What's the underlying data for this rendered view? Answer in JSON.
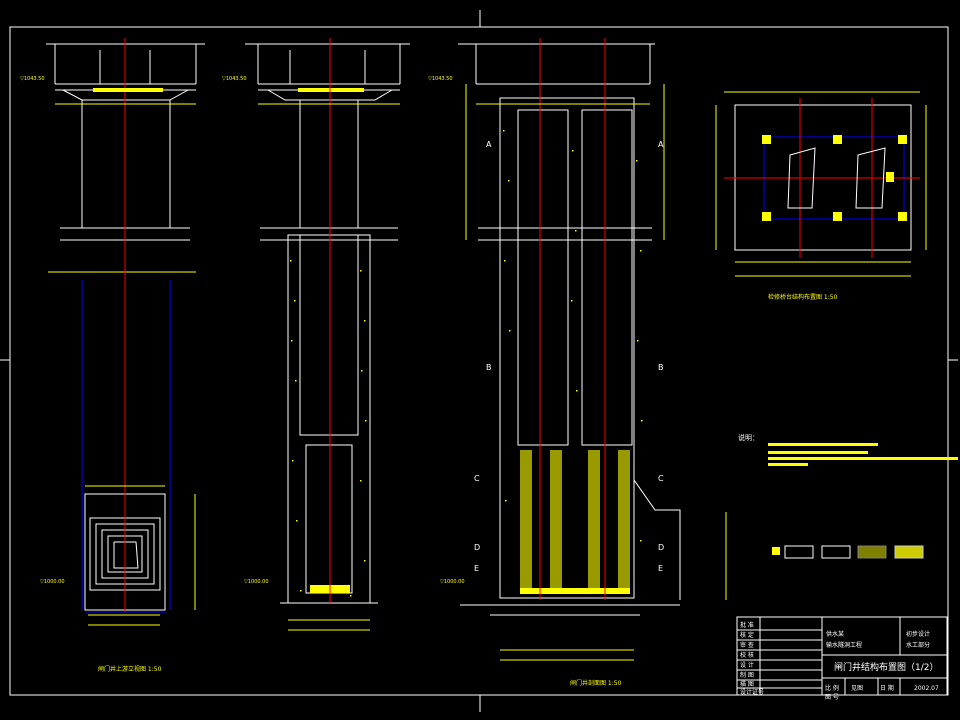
{
  "drawing": {
    "title": "闸门井结构布置图（1/2）",
    "date": "2002.07",
    "notes_label": "说明：",
    "section_labels": [
      "A",
      "B",
      "C",
      "D",
      "E"
    ],
    "caption_left": "闸门井上游立视图 1:50",
    "caption_mid": "闸门井剖面图 1:50",
    "caption_plan": "检修桥台结构布置图 1:50"
  },
  "title_block": {
    "rows": [
      "批 准",
      "核 定",
      "审 查",
      "校 核",
      "设 计",
      "制 图",
      "描 图",
      "设计证号"
    ],
    "project_1": "供水某",
    "project_2": "输水隧洞工程",
    "stage_1": "初步设计",
    "stage_2": "水工部分",
    "scale_label": "比 例",
    "scale_value": "见图",
    "date_label": "日 期",
    "drawing_no_label": "图 号"
  },
  "colors": {
    "background": "#000000",
    "lines": "#ffffff",
    "dimensions": "#ffff00",
    "centerline": "#ff0000",
    "outline": "#0000ff"
  }
}
